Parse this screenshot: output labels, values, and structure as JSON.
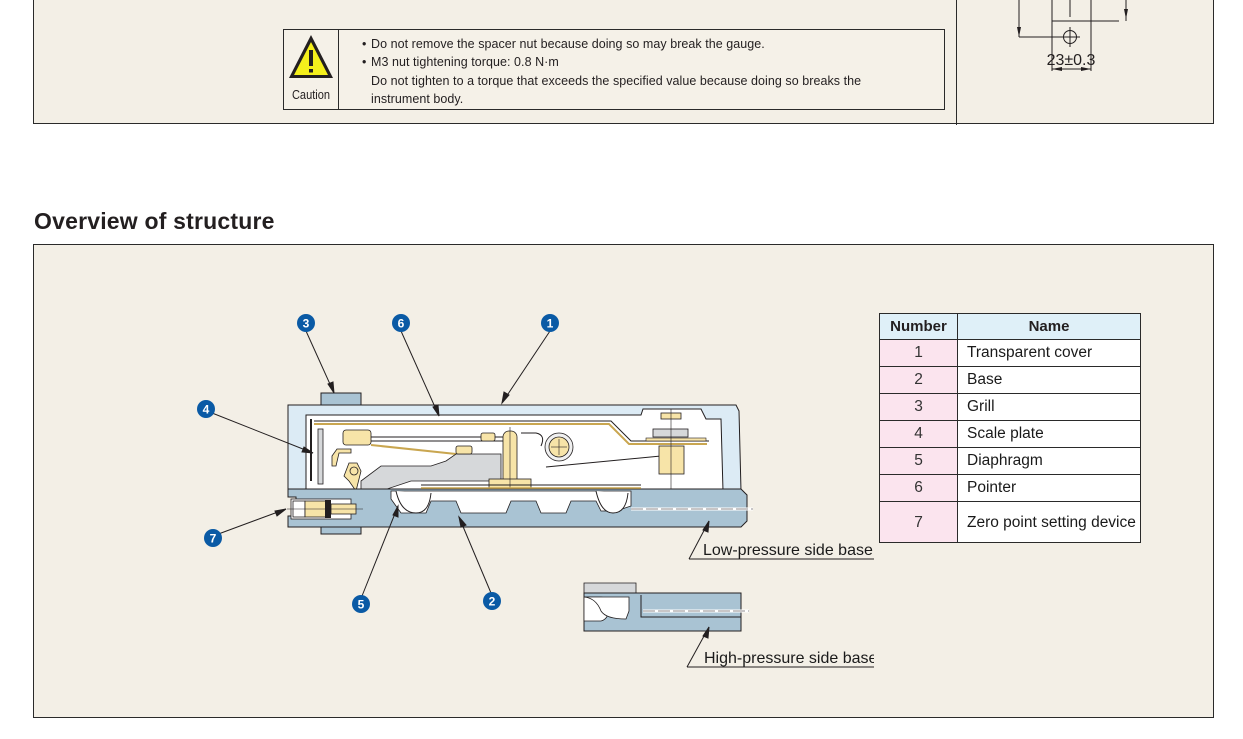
{
  "caution": {
    "label": "Caution",
    "icon": "warning-triangle-icon",
    "lines": [
      "Do not remove the spacer nut because doing so may break the gauge.",
      "M3 nut tightening torque: 0.8 N·m",
      "Do not tighten to a torque that exceeds the specified value because doing so breaks the",
      "instrument body."
    ],
    "bullet": "•"
  },
  "dimension": {
    "label": "23±0.3"
  },
  "section": {
    "title": "Overview of structure"
  },
  "callouts": [
    "1",
    "2",
    "3",
    "4",
    "5",
    "6",
    "7"
  ],
  "base_labels": {
    "low": "Low-pressure side base",
    "high": "High-pressure side base"
  },
  "parts_table": {
    "headers": {
      "number": "Number",
      "name": "Name"
    },
    "rows": [
      {
        "number": "1",
        "name": "Transparent cover"
      },
      {
        "number": "2",
        "name": "Base"
      },
      {
        "number": "3",
        "name": "Grill"
      },
      {
        "number": "4",
        "name": "Scale plate"
      },
      {
        "number": "5",
        "name": "Diaphragm"
      },
      {
        "number": "6",
        "name": "Pointer"
      },
      {
        "number": "7",
        "name": "Zero point setting device"
      }
    ]
  },
  "colors": {
    "panel_bg": "#f3efe6",
    "callout_blue": "#0a5aa5",
    "cover_blue": "#dcebf5",
    "base_blue": "#a9c3d3",
    "brass": "#f7e4a8",
    "grey_part": "#d6d8da",
    "table_header": "#dff0f8",
    "table_number_bg": "#fbe4ee",
    "caution_yellow": "#f4ef1c"
  }
}
